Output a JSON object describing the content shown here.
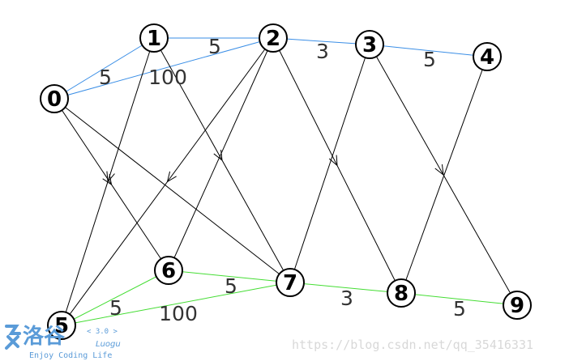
{
  "colors": {
    "black": "#000000",
    "blue": "#3a8ee6",
    "green": "#44dd33",
    "watermark": "#d8d8d8",
    "logo": "#5a9bd8"
  },
  "nodes": [
    {
      "id": "0",
      "label": "0"
    },
    {
      "id": "1",
      "label": "1"
    },
    {
      "id": "2",
      "label": "2"
    },
    {
      "id": "3",
      "label": "3"
    },
    {
      "id": "4",
      "label": "4"
    },
    {
      "id": "5",
      "label": "5"
    },
    {
      "id": "6",
      "label": "6"
    },
    {
      "id": "7",
      "label": "7"
    },
    {
      "id": "8",
      "label": "8"
    },
    {
      "id": "9",
      "label": "9"
    }
  ],
  "edges": [
    {
      "from": "0",
      "to": "1",
      "color": "blue",
      "weight": "5",
      "arrow": false
    },
    {
      "from": "1",
      "to": "2",
      "color": "blue",
      "weight": "5",
      "arrow": false
    },
    {
      "from": "0",
      "to": "2",
      "color": "blue",
      "weight": "100",
      "arrow": false
    },
    {
      "from": "2",
      "to": "3",
      "color": "blue",
      "weight": "3",
      "arrow": false
    },
    {
      "from": "3",
      "to": "4",
      "color": "blue",
      "weight": "5",
      "arrow": false
    },
    {
      "from": "5",
      "to": "6",
      "color": "green",
      "weight": "5",
      "arrow": false
    },
    {
      "from": "6",
      "to": "7",
      "color": "green",
      "weight": "5",
      "arrow": false
    },
    {
      "from": "5",
      "to": "7",
      "color": "green",
      "weight": "100",
      "arrow": false
    },
    {
      "from": "7",
      "to": "8",
      "color": "green",
      "weight": "3",
      "arrow": false
    },
    {
      "from": "8",
      "to": "9",
      "color": "green",
      "weight": "5",
      "arrow": false
    },
    {
      "from": "0",
      "to": "6",
      "color": "black",
      "weight": "",
      "arrow": true
    },
    {
      "from": "0",
      "to": "7",
      "color": "black",
      "weight": "",
      "arrow": false
    },
    {
      "from": "1",
      "to": "5",
      "color": "black",
      "weight": "",
      "arrow": true
    },
    {
      "from": "1",
      "to": "7",
      "color": "black",
      "weight": "",
      "arrow": true
    },
    {
      "from": "2",
      "to": "5",
      "color": "black",
      "weight": "",
      "arrow": true
    },
    {
      "from": "2",
      "to": "6",
      "color": "black",
      "weight": "",
      "arrow": false
    },
    {
      "from": "2",
      "to": "8",
      "color": "black",
      "weight": "",
      "arrow": true
    },
    {
      "from": "3",
      "to": "7",
      "color": "black",
      "weight": "",
      "arrow": false
    },
    {
      "from": "3",
      "to": "9",
      "color": "black",
      "weight": "",
      "arrow": true
    },
    {
      "from": "4",
      "to": "8",
      "color": "black",
      "weight": "",
      "arrow": false
    }
  ],
  "watermark": {
    "text": "https://blog.csdn.net/qq_35416331"
  },
  "logo": {
    "name": "洛谷",
    "version": "< 3.0 >",
    "latin": "Luogu",
    "slogan": "Enjoy Coding Life"
  }
}
